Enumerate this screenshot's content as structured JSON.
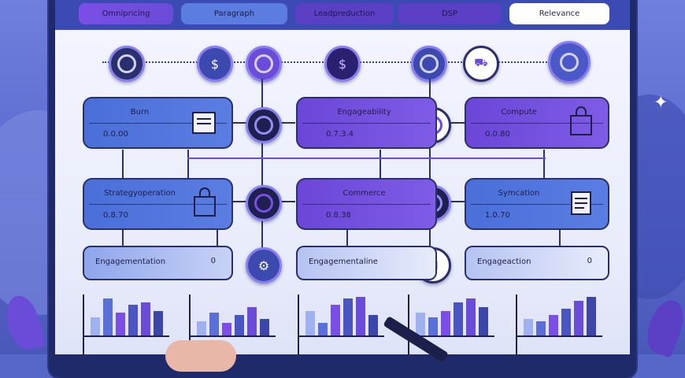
{
  "tabs": [
    {
      "label": "Omnipricing",
      "style": "purple"
    },
    {
      "label": "Paragraph",
      "style": "blue"
    },
    {
      "label": "Leadpreduction",
      "style": "indigo"
    },
    {
      "label": "DSP",
      "style": "indigo"
    },
    {
      "label": "Relevance",
      "style": "active"
    }
  ],
  "cards": {
    "row1": [
      {
        "title": "Burn",
        "value": "0.0.00"
      },
      {
        "title": "Engageability",
        "value": "0.7.3.4"
      },
      {
        "title": "Compute",
        "value": "0.0.80"
      }
    ],
    "row2": [
      {
        "title": "Strategyoperation",
        "value": "0.8.70"
      },
      {
        "title": "Commerce",
        "value": "0.8.38"
      },
      {
        "title": "Symcation",
        "value": "1.0.70"
      }
    ],
    "row3": [
      {
        "label": "Engagementation",
        "value": "0"
      },
      {
        "label": "Engagementaline",
        "value": ""
      },
      {
        "label": "Engageaction",
        "value": "0"
      }
    ]
  },
  "icons": {
    "nodes": [
      "moon-icon",
      "dollar-icon",
      "swirl-icon",
      "dollar-icon",
      "cart-avatar-icon",
      "cart-icon",
      "target-icon"
    ]
  },
  "colors": {
    "accent_purple": "#7b4ee6",
    "accent_blue": "#5a7de2",
    "dark_navy": "#2a2f6e"
  },
  "charts": [
    [
      0.45,
      0.9,
      0.55,
      0.75,
      0.8,
      0.6
    ],
    [
      0.35,
      0.55,
      0.3,
      0.5,
      0.7,
      0.4
    ],
    [
      0.6,
      0.3,
      0.75,
      0.9,
      0.95,
      0.5
    ],
    [
      0.55,
      0.45,
      0.6,
      0.8,
      0.9,
      0.7
    ],
    [
      0.4,
      0.35,
      0.5,
      0.65,
      0.85,
      0.95
    ]
  ]
}
